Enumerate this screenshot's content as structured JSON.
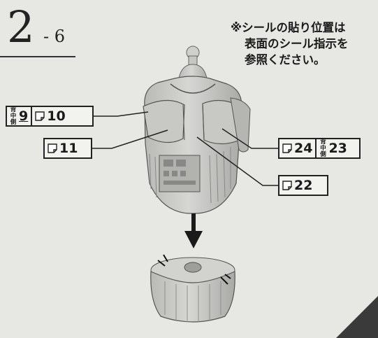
{
  "step": {
    "number": "2",
    "sub": "- 6"
  },
  "note": {
    "lines": [
      "※シールの貼り位置は",
      "表面のシール指示を",
      "参照ください。"
    ]
  },
  "labels": {
    "back_label": "背中側",
    "box_a": {
      "back_num": "9",
      "num": "10"
    },
    "box_b": {
      "num": "11"
    },
    "box_c": {
      "num": "24",
      "back_num": "23"
    },
    "box_d": {
      "num": "22"
    }
  },
  "icons": [
    "sticker-icon",
    "down-arrow-icon"
  ]
}
